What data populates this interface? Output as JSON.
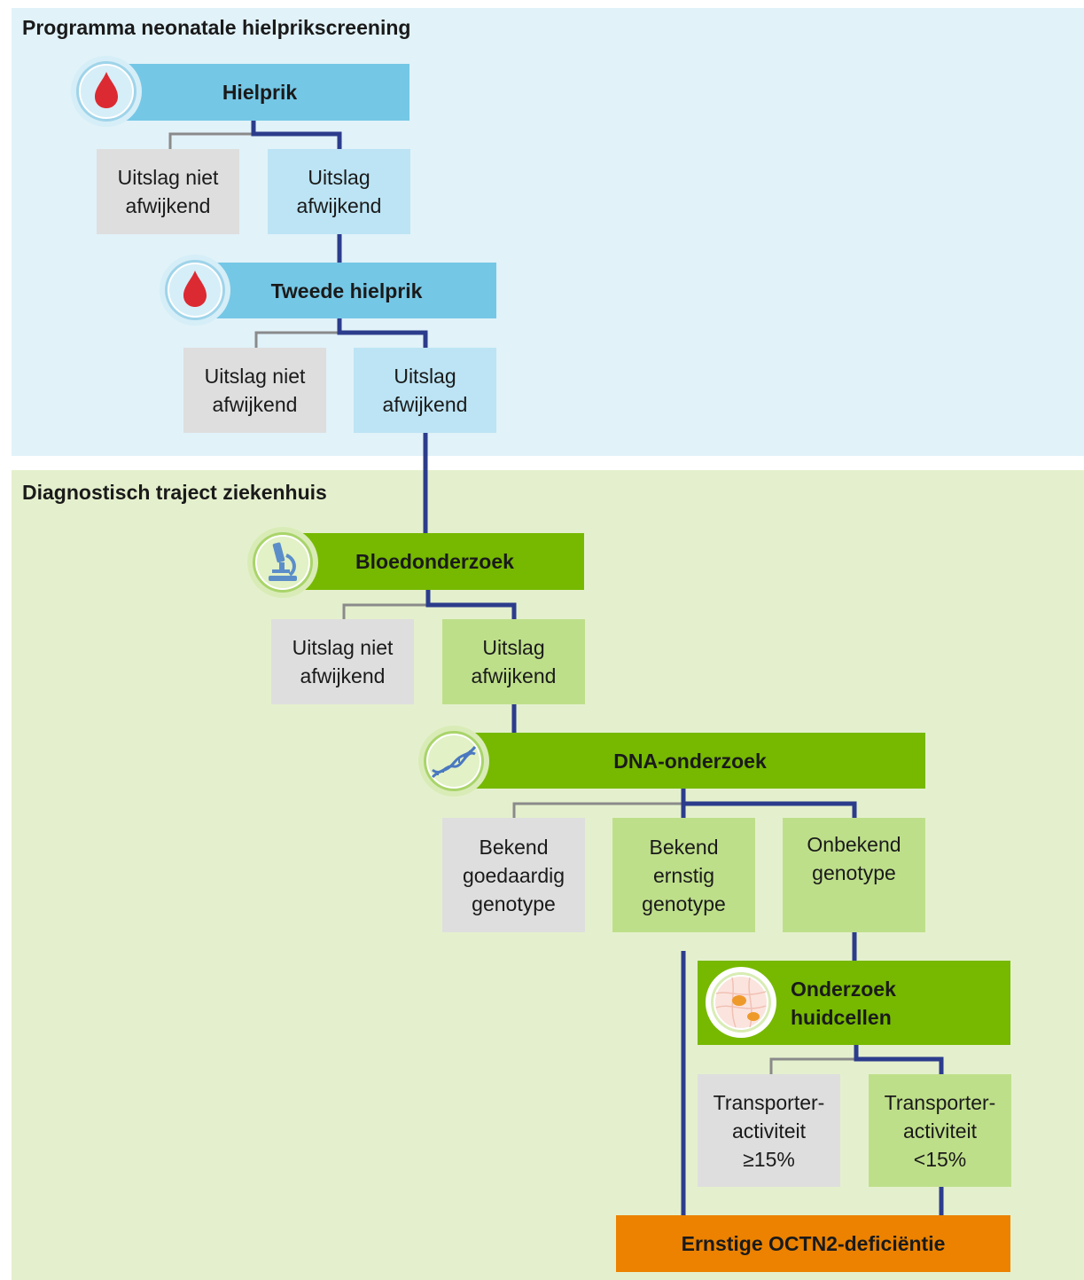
{
  "sections": {
    "screening": {
      "title": "Programma neonatale hielprikscreening"
    },
    "hospital": {
      "title": "Diagnostisch traject ziekenhuis"
    }
  },
  "steps": {
    "hielprik": {
      "label": "Hielprik",
      "icon": "blood-drop-icon"
    },
    "tweede_hielprik": {
      "label": "Tweede hielprik",
      "icon": "blood-drop-icon"
    },
    "bloedonderzoek": {
      "label": "Bloedonderzoek",
      "icon": "microscope-icon"
    },
    "dna_onderzoek": {
      "label": "DNA-onderzoek",
      "icon": "dna-icon"
    },
    "huidcellen": {
      "label": "Onderzoek\nhuidcellen",
      "icon": "skin-cells-icon"
    }
  },
  "outcomes": {
    "h1_normal": "Uitslag niet\nafwijkend",
    "h1_abnormal": "Uitslag\nafwijkend",
    "h2_normal": "Uitslag niet\nafwijkend",
    "h2_abnormal": "Uitslag\nafwijkend",
    "b_normal": "Uitslag niet\nafwijkend",
    "b_abnormal": "Uitslag\nafwijkend",
    "dna_benign": "Bekend\ngoedaardig\ngenotype",
    "dna_severe": "Bekend\nernstig\ngenotype",
    "dna_unknown": "Onbekend\ngenotype",
    "skin_high": "Transporter-\nactiviteit\n≥15%",
    "skin_low": "Transporter-\nactiviteit\n<15%"
  },
  "result": {
    "label": "Ernstige OCTN2-deficiëntie"
  },
  "colors": {
    "screening_bg": "#e1f2f9",
    "hospital_bg": "#e4f0cd",
    "blue_step": "#75c7e6",
    "blue_outcome": "#bce4f4",
    "green_step": "#76b900",
    "green_outcome": "#bedf8a",
    "grey_outcome": "#dedede",
    "result": "#ec8200",
    "path_line": "#2c3c8c",
    "side_line": "#8a8a8a"
  }
}
